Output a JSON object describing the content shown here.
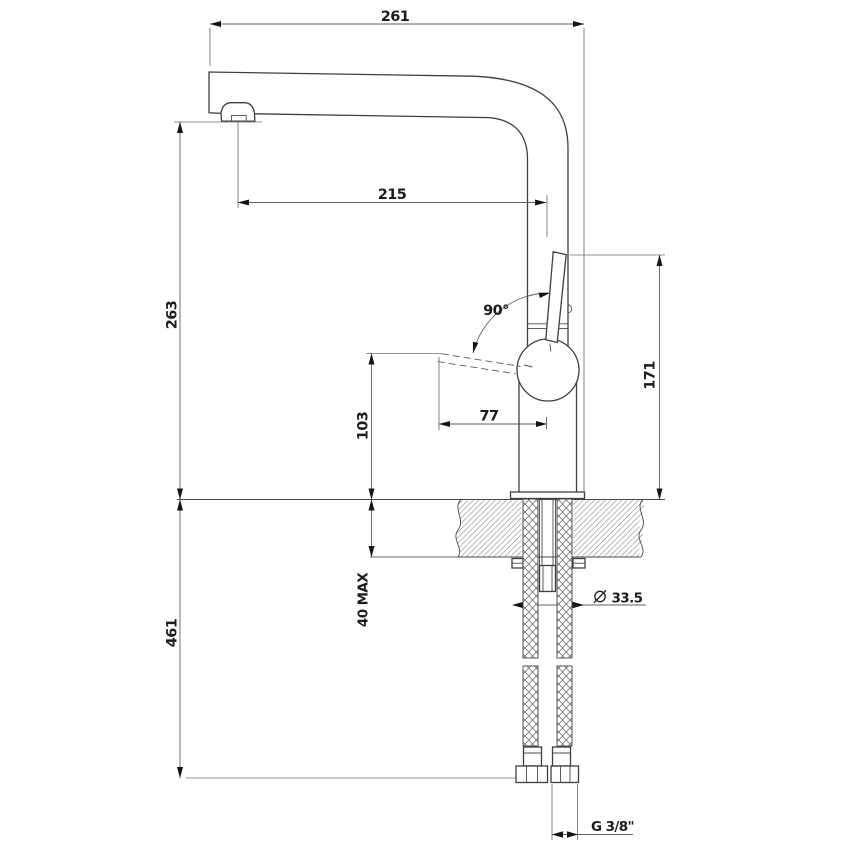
{
  "drawing": {
    "title": "kitchen-mixer-tap-installation-drawing",
    "view": "side elevation with mounting section",
    "background": "#ffffff",
    "line_color": "#3e3e3e",
    "dimension_line_color": "#5f5f5f",
    "text_color": "#1c1c1c"
  },
  "dimensions": {
    "overall_reach": "261",
    "spout_reach": "215",
    "spout_height": "263",
    "lever_height": "103",
    "lever_reach": "77",
    "handle_height": "171",
    "handle_angle": "90°",
    "counter_thickness_max": "40 MAX",
    "under_counter_depth": "461",
    "hole_diameter": "33.5",
    "thread_size": "G 3/8\""
  },
  "symbols": {
    "diameter": "⌀"
  },
  "parts": {
    "spout": "L-shaped spout",
    "aerator": "aerator outlet",
    "handle": "lever handle (upright and horizontal phantom position)",
    "ball_joint": "lever ball joint",
    "body": "faucet column",
    "base": "base plate",
    "counter": "worktop section (hatched)",
    "hoses": "two braided supply hoses",
    "shank": "threaded mounting shank with horseshoe washer and nut",
    "nuts": "G 3/8 hose end nuts"
  }
}
